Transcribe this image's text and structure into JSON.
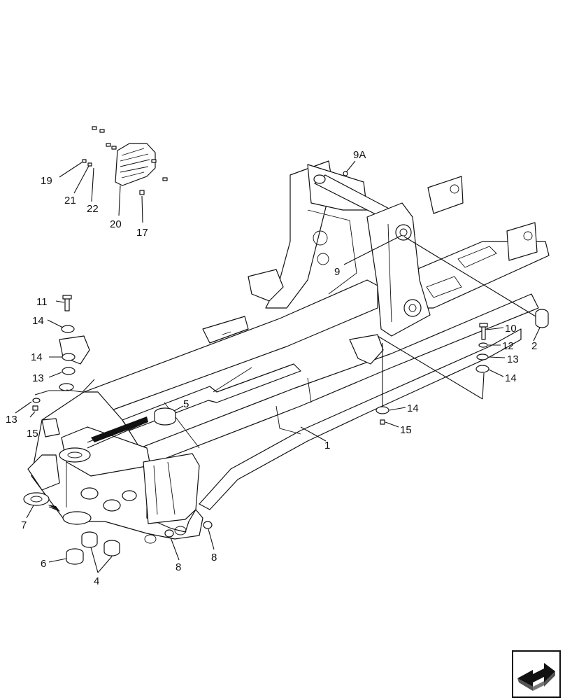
{
  "diagram": {
    "callouts": [
      {
        "id": "c19",
        "text": "19"
      },
      {
        "id": "c21",
        "text": "21"
      },
      {
        "id": "c22",
        "text": "22"
      },
      {
        "id": "c20",
        "text": "20"
      },
      {
        "id": "c17",
        "text": "17"
      },
      {
        "id": "c9A",
        "text": "9A"
      },
      {
        "id": "c9",
        "text": "9"
      },
      {
        "id": "c11",
        "text": "11"
      },
      {
        "id": "c14a",
        "text": "14"
      },
      {
        "id": "c14b",
        "text": "14"
      },
      {
        "id": "c13a",
        "text": "13"
      },
      {
        "id": "c13b",
        "text": "13"
      },
      {
        "id": "c15a",
        "text": "15"
      },
      {
        "id": "c5",
        "text": "5"
      },
      {
        "id": "c1",
        "text": "1"
      },
      {
        "id": "c10",
        "text": "10"
      },
      {
        "id": "c12",
        "text": "12"
      },
      {
        "id": "c13c",
        "text": "13"
      },
      {
        "id": "c14c",
        "text": "14"
      },
      {
        "id": "c14d",
        "text": "14"
      },
      {
        "id": "c15b",
        "text": "15"
      },
      {
        "id": "c2",
        "text": "2"
      },
      {
        "id": "c7",
        "text": "7"
      },
      {
        "id": "c6",
        "text": "6"
      },
      {
        "id": "c4",
        "text": "4"
      },
      {
        "id": "c8a",
        "text": "8"
      },
      {
        "id": "c8b",
        "text": "8"
      }
    ]
  },
  "nav": {
    "icon": "next-page-arrow-icon"
  }
}
